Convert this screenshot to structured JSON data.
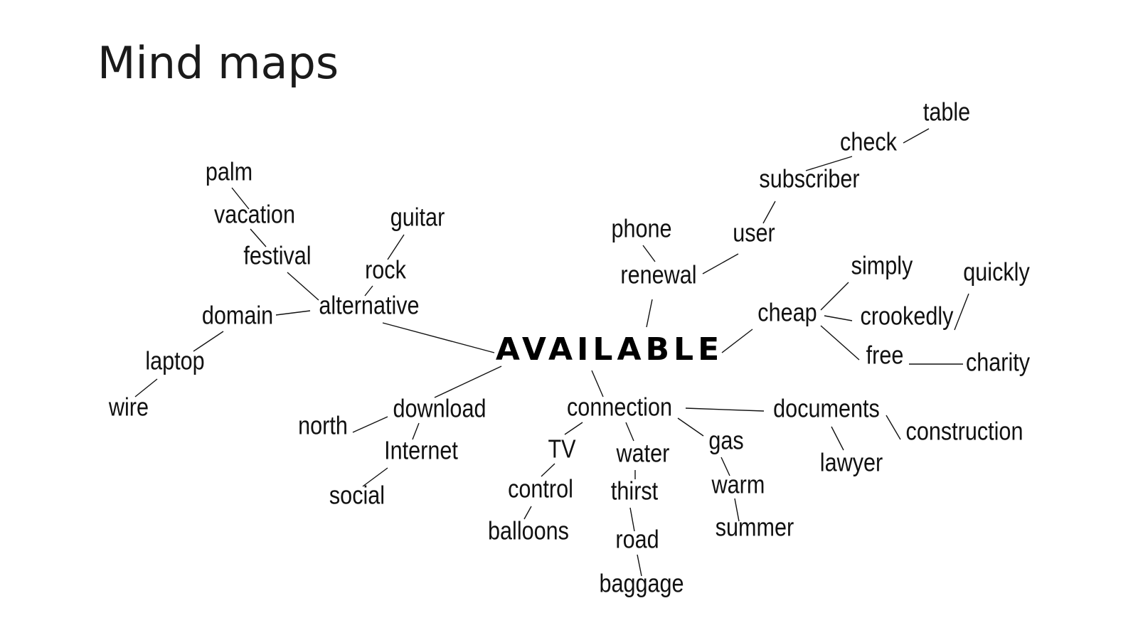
{
  "slide": {
    "title": "Mind maps"
  },
  "mind_map": {
    "center": "AVAILABLE",
    "words": {
      "palm": "palm",
      "vacation": "vacation",
      "festival": "festival",
      "guitar": "guitar",
      "rock": "rock",
      "alternative": "alternative",
      "domain": "domain",
      "laptop": "laptop",
      "wire": "wire",
      "download": "download",
      "north": "north",
      "internet": "Internet",
      "social": "social",
      "connection": "connection",
      "tv": "TV",
      "control": "control",
      "balloons": "balloons",
      "water": "water",
      "thirst": "thirst",
      "road": "road",
      "baggage": "baggage",
      "gas": "gas",
      "warm": "warm",
      "summer": "summer",
      "documents": "documents",
      "lawyer": "lawyer",
      "construction": "construction",
      "phone": "phone",
      "renewal": "renewal",
      "user": "user",
      "subscriber": "subscriber",
      "check": "check",
      "table": "table",
      "cheap": "cheap",
      "simply": "simply",
      "crookedly": "crookedly",
      "quickly": "quickly",
      "free": "free",
      "charity": "charity"
    },
    "links": [
      [
        "palm",
        "vacation"
      ],
      [
        "vacation",
        "festival"
      ],
      [
        "festival",
        "alternative"
      ],
      [
        "guitar",
        "rock"
      ],
      [
        "rock",
        "alternative"
      ],
      [
        "domain",
        "alternative"
      ],
      [
        "domain",
        "laptop"
      ],
      [
        "laptop",
        "wire"
      ],
      [
        "alternative",
        "center"
      ],
      [
        "center",
        "download"
      ],
      [
        "download",
        "north"
      ],
      [
        "download",
        "internet"
      ],
      [
        "internet",
        "social"
      ],
      [
        "center",
        "connection"
      ],
      [
        "connection",
        "tv"
      ],
      [
        "tv",
        "control"
      ],
      [
        "control",
        "balloons"
      ],
      [
        "connection",
        "water"
      ],
      [
        "water",
        "thirst"
      ],
      [
        "thirst",
        "road"
      ],
      [
        "road",
        "baggage"
      ],
      [
        "connection",
        "gas"
      ],
      [
        "gas",
        "warm"
      ],
      [
        "warm",
        "summer"
      ],
      [
        "connection",
        "documents"
      ],
      [
        "documents",
        "lawyer"
      ],
      [
        "documents",
        "construction"
      ],
      [
        "phone",
        "renewal"
      ],
      [
        "renewal",
        "center"
      ],
      [
        "renewal",
        "user"
      ],
      [
        "user",
        "subscriber"
      ],
      [
        "subscriber",
        "check"
      ],
      [
        "check",
        "table"
      ],
      [
        "center",
        "cheap"
      ],
      [
        "cheap",
        "simply"
      ],
      [
        "cheap",
        "crookedly"
      ],
      [
        "crookedly",
        "quickly"
      ],
      [
        "cheap",
        "free"
      ],
      [
        "free",
        "charity"
      ]
    ]
  }
}
